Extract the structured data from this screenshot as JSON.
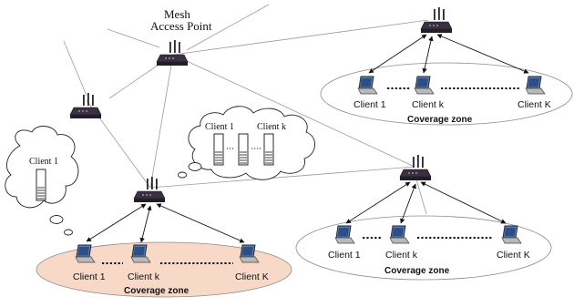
{
  "title_line1": "Mesh",
  "title_line2": "Access Point",
  "colors": {
    "zone_highlight_fill": "#f8d9c8",
    "zone_plain_fill": "#ffffff",
    "zone_stroke": "#8a8a8a",
    "router_body": "#3a3140",
    "laptop_screen": "#4a6fa5"
  },
  "icons": [
    "router-icon",
    "laptop-icon",
    "thought-cloud",
    "queue-icon"
  ],
  "zones": [
    {
      "zone_label": "Coverage zone",
      "highlighted": true,
      "clients": [
        "Client 1",
        "Client k",
        "Client K"
      ]
    },
    {
      "zone_label": "Coverage zone",
      "highlighted": false,
      "clients": [
        "Client 1",
        "Client k",
        "Client K"
      ]
    },
    {
      "zone_label": "Coverage zone",
      "highlighted": false,
      "clients": [
        "Client 1",
        "Client k",
        "Client K"
      ]
    }
  ],
  "cloud_small": {
    "label": "Client 1"
  },
  "cloud_large": {
    "label_left": "Client 1",
    "label_right": "Client k"
  }
}
